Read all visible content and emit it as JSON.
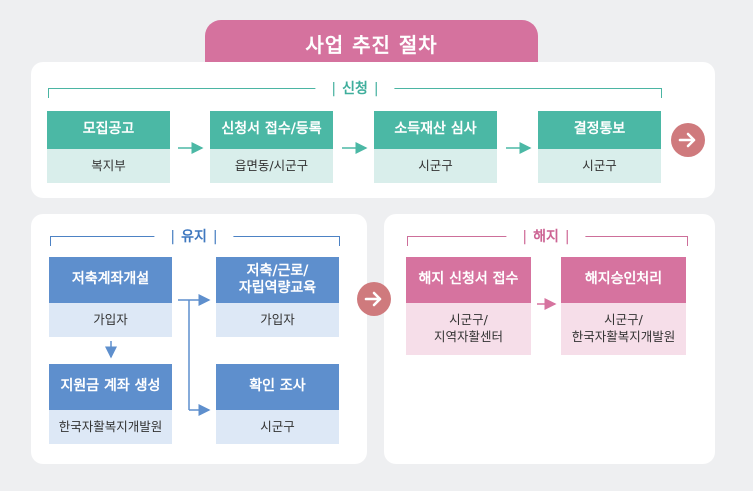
{
  "title": "사업 추진 절차",
  "sections": {
    "apply": {
      "label": "신청",
      "steps": [
        {
          "head": "모집공고",
          "body": "복지부"
        },
        {
          "head": "신청서 접수/등록",
          "body": "읍면동/시군구"
        },
        {
          "head": "소득재산 심사",
          "body": "시군구"
        },
        {
          "head": "결정통보",
          "body": "시군구"
        }
      ]
    },
    "maintain": {
      "label": "유지",
      "steps": [
        {
          "head": "저축계좌개설",
          "body": "가입자"
        },
        {
          "head": "지원금 계좌 생성",
          "body": "한국자활복지개발원"
        },
        {
          "head_line1": "저축/근로/",
          "head_line2": "자립역량교육",
          "body": "가입자"
        },
        {
          "head": "확인 조사",
          "body": "시군구"
        }
      ]
    },
    "terminate": {
      "label": "해지",
      "steps": [
        {
          "head": "해지 신청서 접수",
          "body_line1": "시군구/",
          "body_line2": "지역자활센터"
        },
        {
          "head": "해지승인처리",
          "body_line1": "시군구/",
          "body_line2": "한국자활복지개발원"
        }
      ]
    }
  },
  "colors": {
    "teal": "#4bb8a5",
    "blue": "#5e8fcd",
    "pink": "#d6739f",
    "arrow_circle": "#cf7a7d"
  },
  "icons": {
    "next": "arrow-right-circle-icon",
    "connector": "arrow-icon"
  }
}
